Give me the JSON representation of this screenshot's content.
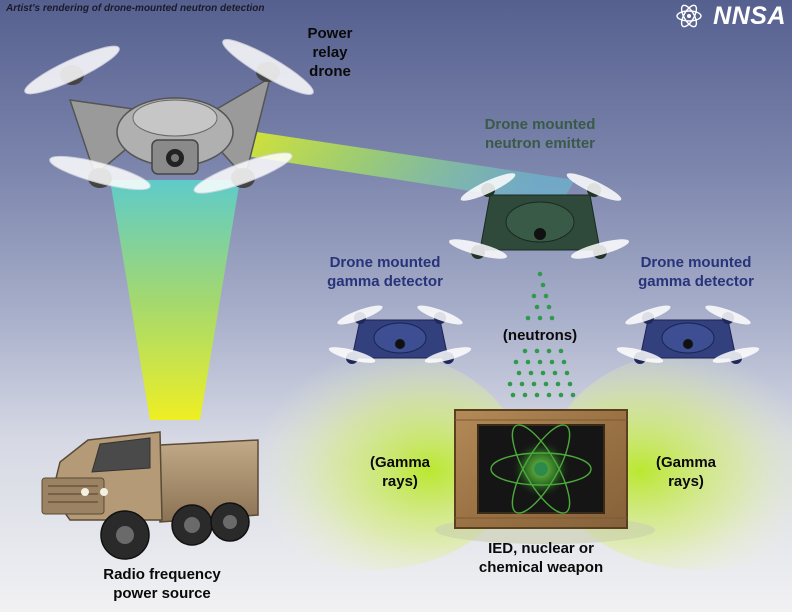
{
  "caption": "Artist's rendering of drone-mounted neutron detection",
  "logo": {
    "text": "NNSA"
  },
  "labels": {
    "power_relay_drone": [
      "Power",
      "relay",
      "drone"
    ],
    "neutron_emitter_drone": [
      "Drone mounted",
      "neutron emitter"
    ],
    "gamma_detector_left": [
      "Drone mounted",
      "gamma detector"
    ],
    "gamma_detector_right": [
      "Drone mounted",
      "gamma detector"
    ],
    "neutrons": "(neutrons)",
    "gamma_rays_left": [
      "(Gamma",
      "rays)"
    ],
    "gamma_rays_right": [
      "(Gamma",
      "rays)"
    ],
    "target": [
      "IED, nuclear or",
      "chemical weapon"
    ],
    "rf_source": [
      "Radio frequency",
      "power source"
    ]
  },
  "colors": {
    "relay_drone": "#9a9a9a",
    "emitter_drone": "#2f4a3a",
    "detector_drone": "#32407e",
    "neutron_label_text": "#3a5a48",
    "detector_label_text": "#28337a",
    "neutron_dots": "#2f9a4a",
    "beam_yellow": "#e8f020",
    "beam_cyan": "#6fd6c8",
    "crate_wood": "#a07a4a",
    "truck": "#a89070"
  },
  "icons": [
    "nnsa-logo-icon",
    "relay-drone-icon",
    "emitter-drone-icon",
    "detector-drone-icon",
    "truck-icon",
    "crate-icon",
    "atom-icon"
  ]
}
